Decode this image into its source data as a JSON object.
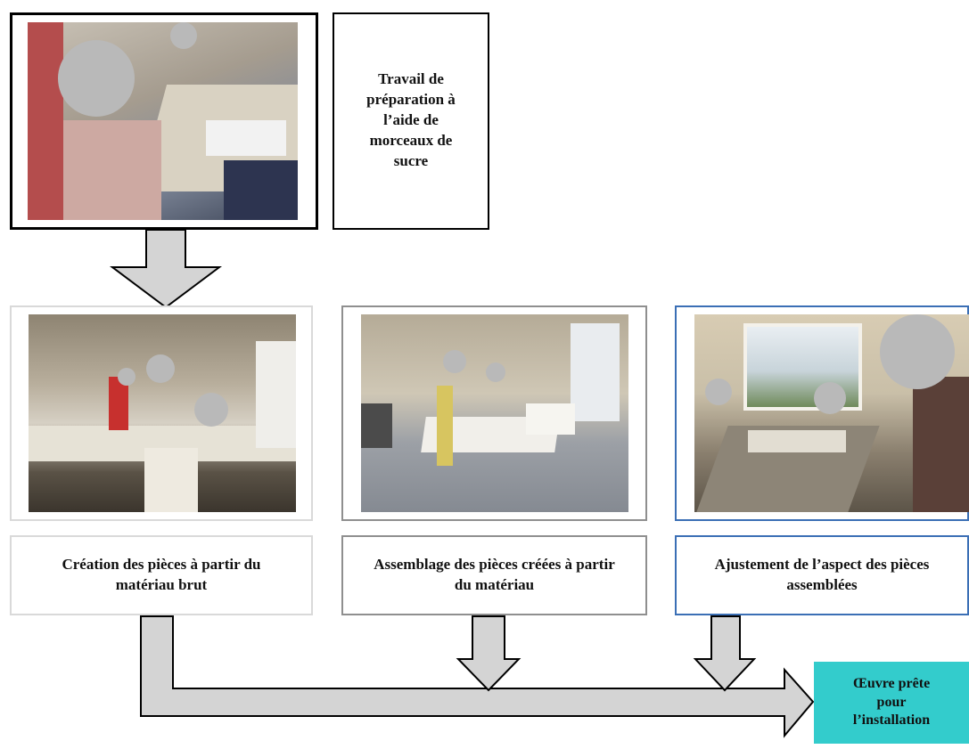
{
  "top_text": "Travail de préparation à l’aide de morceaux de sucre",
  "captions": [
    "Création des pièces à partir du matériau brut",
    "Assemblage des pièces créées à partir du matériau",
    "Ajustement de l’aspect des pièces assemblées"
  ],
  "final_box": "Œuvre prête pour l’installation",
  "photos": [
    "students-preparing-with-sugar-cubes",
    "students-cutting-raw-material",
    "students-assembling-pieces",
    "students-adjusting-assembled-pieces"
  ],
  "colors": {
    "arrow_fill": "#d4d4d4",
    "arrow_stroke": "#000000",
    "final_box": "#33cccc",
    "border_light": "#d9d9d9",
    "border_mid": "#8f8f8f",
    "border_blue": "#3b6fb5"
  }
}
